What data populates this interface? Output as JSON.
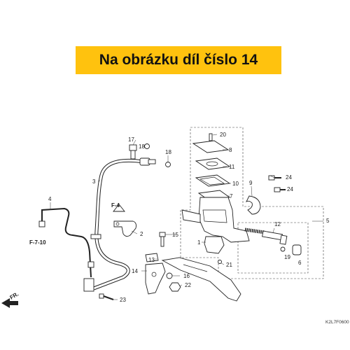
{
  "banner": {
    "text": "Na obrázku díl číslo 14",
    "color": "#ffc20e"
  },
  "diagram_code": "K2L7F0600",
  "direction": {
    "label": "FR."
  },
  "refs": {
    "f4": "F-4",
    "f710": "F-7-10"
  },
  "parts": {
    "p1": "1",
    "p2": "2",
    "p3": "3",
    "p4": "4",
    "p5": "5",
    "p6": "6",
    "p7": "7",
    "p8": "8",
    "p9": "9",
    "p10": "10",
    "p11": "11",
    "p12": "12",
    "p13": "13",
    "p14": "14",
    "p15": "15",
    "p16": "16",
    "p17": "17",
    "p18a": "18",
    "p18b": "18",
    "p19": "19",
    "p20": "20",
    "p21": "21",
    "p22": "22",
    "p23": "23",
    "p24a": "24",
    "p24b": "24"
  }
}
